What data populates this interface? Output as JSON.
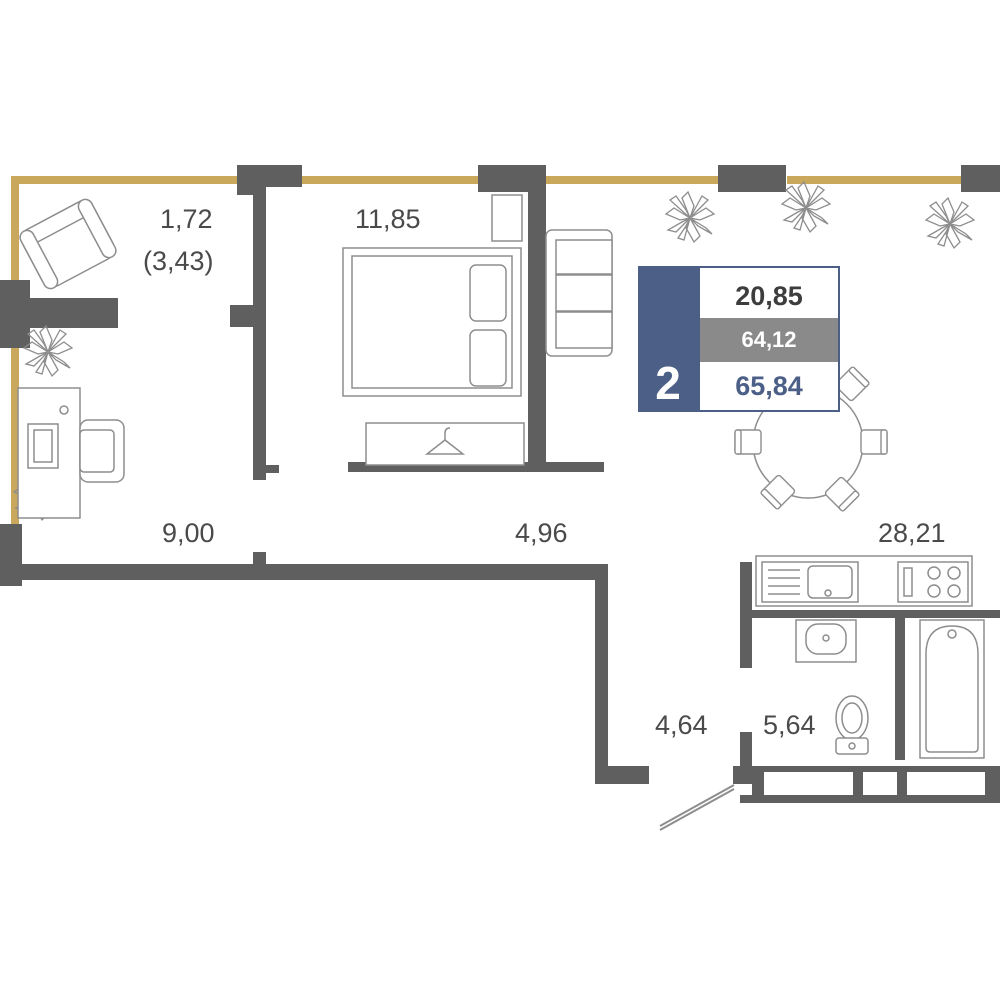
{
  "rooms_count": "2",
  "summary": {
    "living_area": "20,85",
    "net_area": "64,12",
    "total_area": "65,84"
  },
  "rooms": [
    {
      "id": "loggia",
      "area": "1,72",
      "area_alt": "(3,43)"
    },
    {
      "id": "bedroom",
      "area": "11,85"
    },
    {
      "id": "study",
      "area": "9,00"
    },
    {
      "id": "hallway",
      "area": "4,96"
    },
    {
      "id": "living-kitchen",
      "area": "28,21"
    },
    {
      "id": "entrance",
      "area": "4,64"
    },
    {
      "id": "bathroom",
      "area": "5,64"
    }
  ],
  "colors": {
    "wall": "#5f5f5f",
    "window": "#c9a75b",
    "badge_accent": "#4c5f87",
    "badge_grey": "#8a8a8a",
    "furniture_line": "#8d8d8d"
  },
  "icons": [
    "armchair-icon",
    "plant-icon",
    "double-bed-icon",
    "sofa-icon",
    "wardrobe-icon",
    "desk-icon",
    "dining-table-icon",
    "kitchen-sink-icon",
    "stove-icon",
    "washbasin-icon",
    "toilet-icon",
    "bathtub-icon",
    "entrance-door-icon"
  ]
}
